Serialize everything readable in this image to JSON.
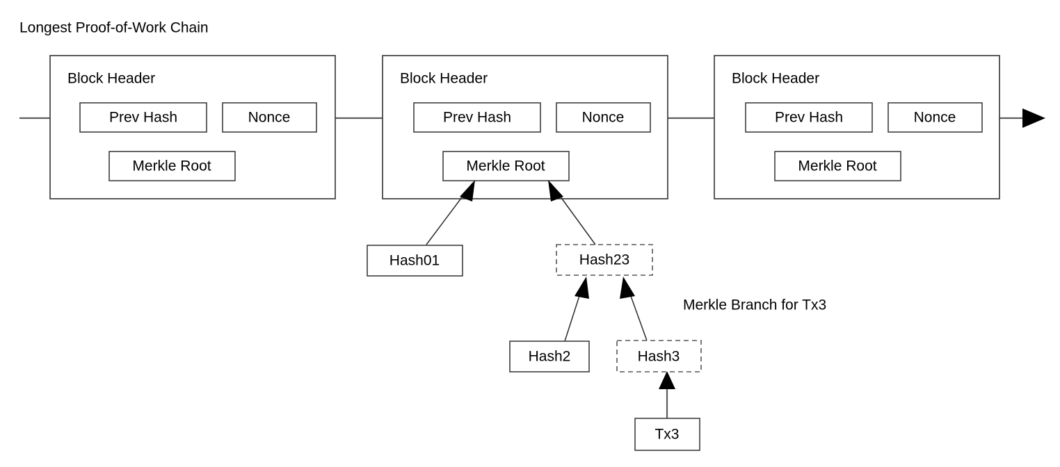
{
  "diagram": {
    "title": "Longest Proof-of-Work Chain",
    "caption": "Merkle Branch for Tx3",
    "colors": {
      "background": "#ffffff",
      "box_stroke": "#3d3d3d",
      "dashed_stroke": "#555555",
      "line": "#5c5c5c",
      "tree_line": "#2b2b2b",
      "text": "#000000"
    },
    "blocks": [
      {
        "header_label": "Block Header",
        "prev_hash_label": "Prev Hash",
        "nonce_label": "Nonce",
        "merkle_root_label": "Merkle Root"
      },
      {
        "header_label": "Block Header",
        "prev_hash_label": "Prev Hash",
        "nonce_label": "Nonce",
        "merkle_root_label": "Merkle Root"
      },
      {
        "header_label": "Block Header",
        "prev_hash_label": "Prev Hash",
        "nonce_label": "Nonce",
        "merkle_root_label": "Merkle Root"
      }
    ],
    "merkle_nodes": [
      {
        "label": "Hash01",
        "style": "solid"
      },
      {
        "label": "Hash23",
        "style": "dashed"
      },
      {
        "label": "Hash2",
        "style": "solid"
      },
      {
        "label": "Hash3",
        "style": "dashed"
      },
      {
        "label": "Tx3",
        "style": "solid"
      }
    ]
  }
}
